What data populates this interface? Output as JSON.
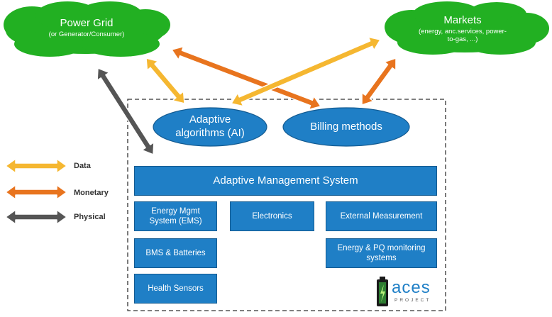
{
  "clouds": {
    "power_grid": {
      "title": "Power Grid",
      "subtitle": "(or Generator/Consumer)"
    },
    "markets": {
      "title": "Markets",
      "subtitle_line1": "(energy, anc.services, power-",
      "subtitle_line2": "to-gas, ...)"
    }
  },
  "ellipses": {
    "adaptive_algorithms": {
      "line1": "Adaptive",
      "line2": "algorithms (AI)"
    },
    "billing_methods": {
      "label": "Billing methods"
    }
  },
  "system": {
    "ams": "Adaptive Management System",
    "ems_line1": "Energy Mgmt",
    "ems_line2": "System (EMS)",
    "electronics": "Electronics",
    "external_measurement": "External Measurement",
    "bms": "BMS & Batteries",
    "pq_line1": "Energy & PQ monitoring",
    "pq_line2": "systems",
    "health_sensors": "Health Sensors"
  },
  "legend": {
    "data": "Data",
    "monetary": "Monetary",
    "physical": "Physical"
  },
  "logo": {
    "name": "aces",
    "sub": "PROJECT"
  },
  "colors": {
    "cloud": "#22b022",
    "box": "#1f7fc6",
    "data_arrow": "#f5b731",
    "monetary_arrow": "#e8741e",
    "physical_arrow": "#555555",
    "arrow_outline": "#ffffff"
  }
}
